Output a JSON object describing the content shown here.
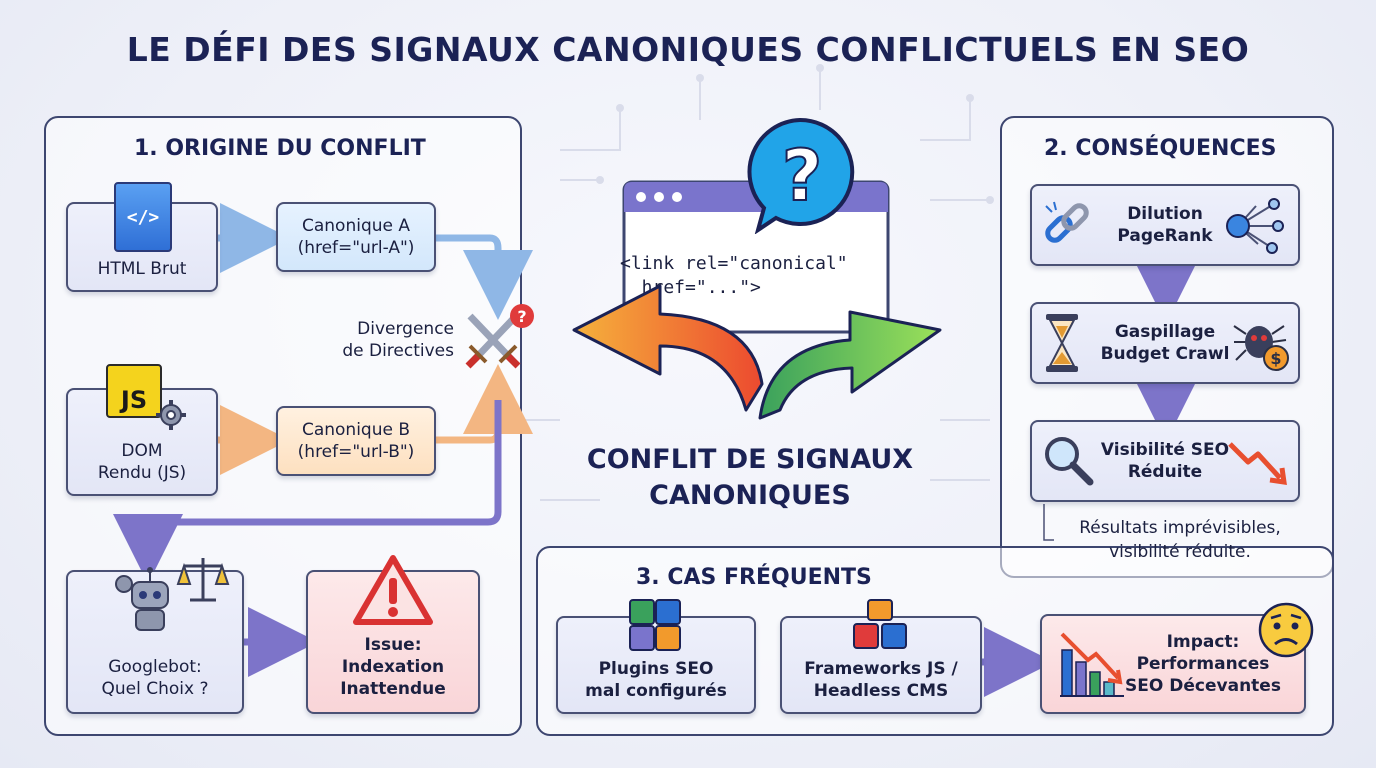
{
  "title": "LE DÉFI DES SIGNAUX CANONIQUES CONFLICTUELS EN SEO",
  "origin": {
    "title": "1. ORIGINE DU CONFLIT",
    "html_box": "HTML Brut",
    "html_icon": "</>",
    "canon_a": [
      "Canonique A",
      "(href=\"url-A\")"
    ],
    "js_badge": "JS",
    "dom_box": [
      "DOM",
      "Rendu (JS)"
    ],
    "canon_b": [
      "Canonique B",
      "(href=\"url-B\")"
    ],
    "divergence": [
      "Divergence",
      "de Directives"
    ],
    "googlebot": [
      "Googlebot:",
      "Quel Choix ?"
    ],
    "issue": [
      "Issue:",
      "Indexation",
      "Inattendue"
    ]
  },
  "center": {
    "code": [
      "<link rel=\"canonical\"",
      "  href=\"...\">"
    ],
    "question": "?",
    "label": [
      "CONFLIT DE SIGNAUX",
      "CANONIQUES"
    ]
  },
  "consequences": {
    "title": "2. CONSÉQUENCES",
    "items": [
      [
        "Dilution",
        "PageRank"
      ],
      [
        "Gaspillage",
        "Budget Crawl"
      ],
      [
        "Visibilité SEO",
        "Réduite"
      ]
    ],
    "note": [
      "Résultats imprévisibles,",
      "visibilité réduite."
    ],
    "dollar": "$"
  },
  "cases": {
    "title": "3. CAS FRÉQUENTS",
    "plugins": [
      "Plugins SEO",
      "mal configurés"
    ],
    "frameworks": [
      "Frameworks JS /",
      "Headless CMS"
    ],
    "impact": [
      "Impact:",
      "Performances",
      "SEO Décevantes"
    ]
  },
  "colors": {
    "navy": "#1b2255",
    "arrow_blue": "#8fb7e6",
    "arrow_orange": "#f3b682",
    "arrow_purple": "#7d74c9",
    "warn_red": "#e03b3b"
  }
}
